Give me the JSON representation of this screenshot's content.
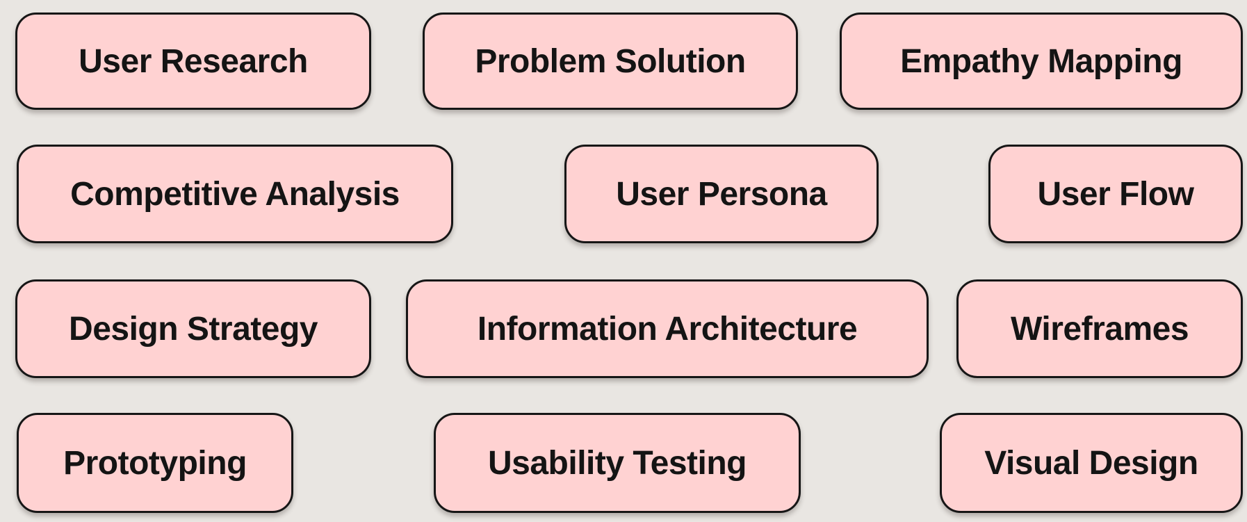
{
  "colors": {
    "background": "#E9E6E2",
    "card_fill": "#FFD2D2",
    "card_border": "#161616",
    "text": "#141414"
  },
  "board": {
    "rows": 4,
    "columns": 3
  },
  "cards": [
    {
      "label": "User Research"
    },
    {
      "label": "Problem Solution"
    },
    {
      "label": "Empathy Mapping"
    },
    {
      "label": "Competitive Analysis"
    },
    {
      "label": "User Persona"
    },
    {
      "label": "User Flow"
    },
    {
      "label": "Design Strategy"
    },
    {
      "label": "Information Architecture"
    },
    {
      "label": "Wireframes"
    },
    {
      "label": "Prototyping"
    },
    {
      "label": "Usability Testing"
    },
    {
      "label": "Visual Design"
    }
  ]
}
